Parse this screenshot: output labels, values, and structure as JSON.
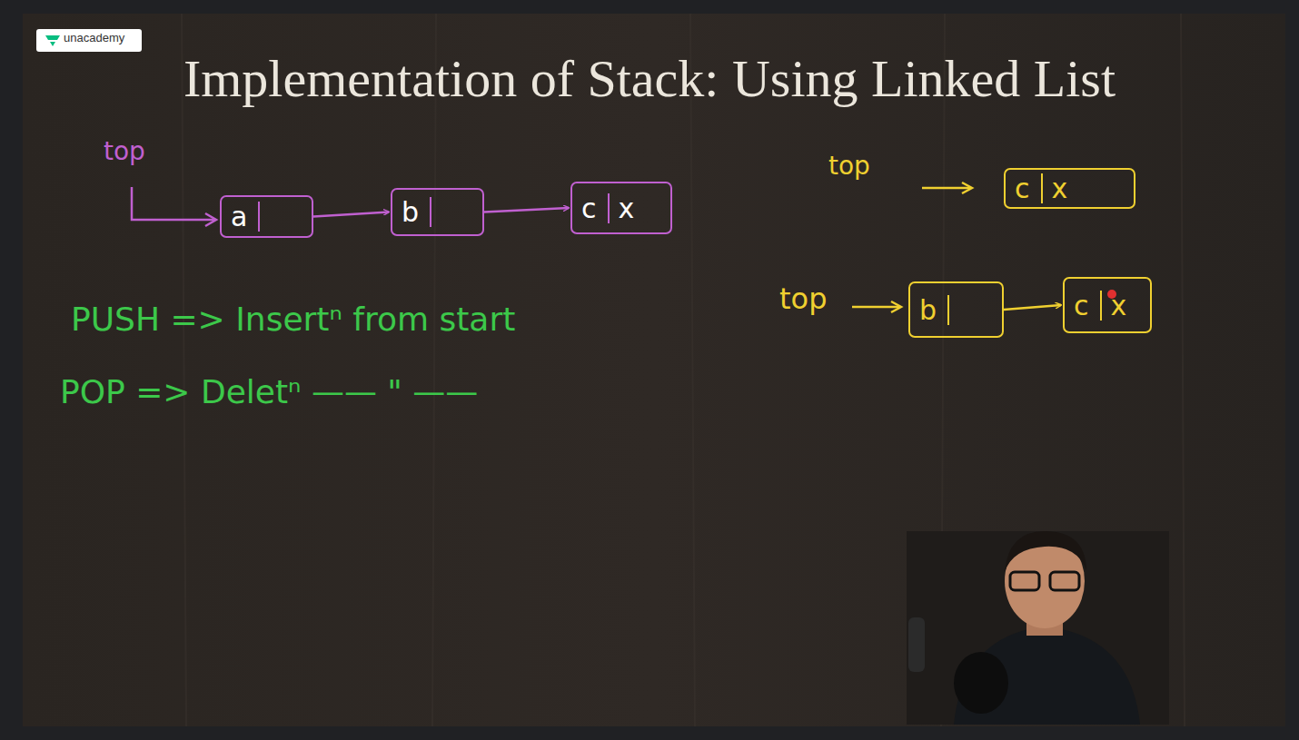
{
  "diagram": {
    "title": "Implementation of Stack: Using Linked List",
    "nodes": [
      {
        "text": [
          "a"
        ]
      },
      {
        "text": [
          "b"
        ]
      },
      {
        "text": [
          "c",
          "x"
        ]
      },
      {
        "text": [
          "c",
          "x"
        ]
      },
      {
        "text": [
          "b"
        ]
      },
      {
        "text": [
          "c",
          "x"
        ]
      }
    ],
    "edges": [
      {
        "from": 0,
        "to": 1,
        "arrow": "to"
      },
      {
        "from": 1,
        "to": 2,
        "arrow": "to"
      },
      {
        "from": 4,
        "to": 5,
        "arrow": "to"
      }
    ],
    "labels": [
      "unacademy",
      "top",
      "PUSH => Insertⁿ from start",
      "POP => Deletⁿ —— \" ——",
      "top",
      "top"
    ]
  }
}
